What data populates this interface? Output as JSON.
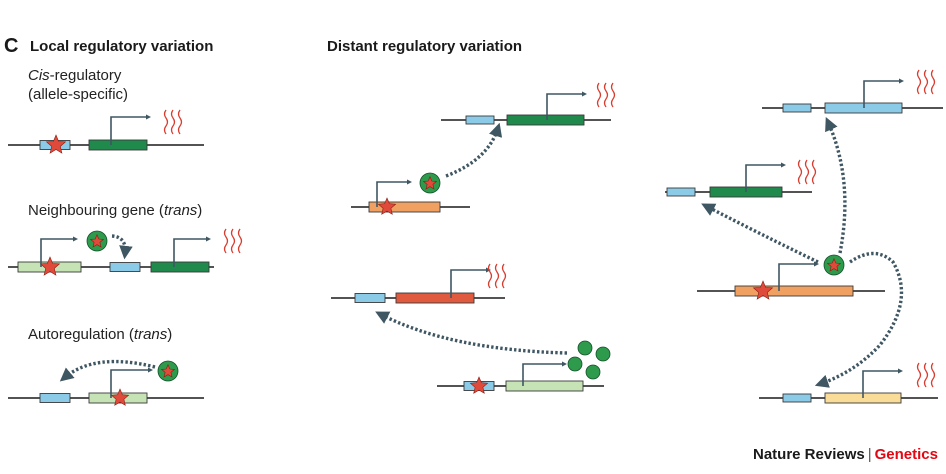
{
  "panel_letter": "c",
  "local": {
    "title": "Local regulatory variation",
    "cis": {
      "line1_prefix": "Cis",
      "line1_suffix": "-regulatory",
      "line2": "(allele-specific)"
    },
    "neighbour": {
      "prefix": "Neighbouring gene (",
      "italic": "trans",
      "suffix": ")"
    },
    "auto": {
      "prefix": "Autoregulation (",
      "italic": "trans",
      "suffix": ")"
    }
  },
  "distant": {
    "title": "Distant regulatory variation"
  },
  "brand": {
    "journal": "Nature Reviews",
    "separator": "|",
    "section": "Genetics"
  },
  "colors": {
    "regulatory_element": "#8ccbe8",
    "target_gene_green": "#1f8a4c",
    "pale_green_gene": "#c5e3b5",
    "orange_gene": "#f0a060",
    "red_gene": "#e05a40",
    "yellow_gene": "#f8dc98",
    "variant_star": "#e04a3a",
    "protein": "#2e9b4c",
    "arrow": "#3f5663",
    "transcript": "#d93b2e",
    "brand_accent": "#e30613"
  }
}
